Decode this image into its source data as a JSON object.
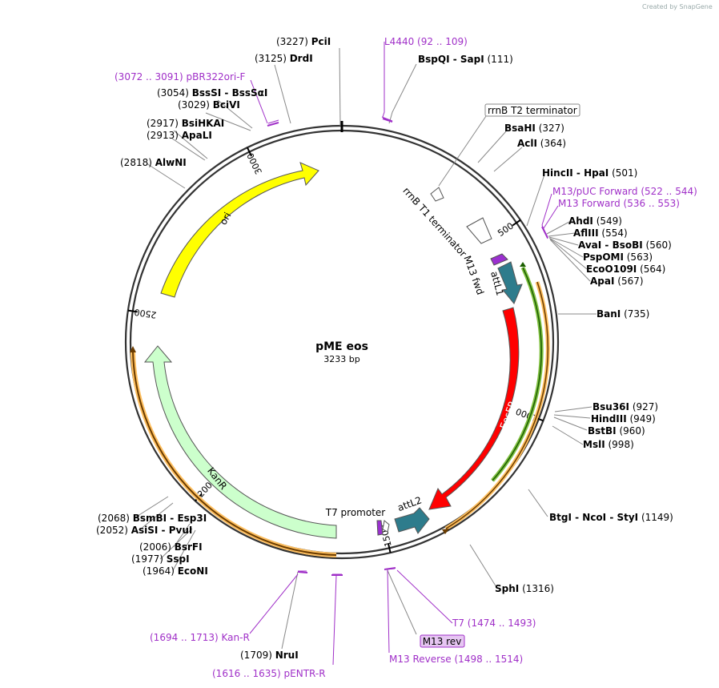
{
  "watermark": "Created by SnapGene",
  "plasmid": {
    "name": "pME eos",
    "length_label": "3233 bp",
    "length": 3233
  },
  "colors": {
    "backbone": "#000000",
    "primer": "#a030c8",
    "ori": "#ffff00",
    "kanr": "#ccffcc",
    "eosfp": "#ff0000",
    "att": "#2e7c8c",
    "amber": "#ffc060"
  },
  "ticks": [
    {
      "bp": 500,
      "label": "500"
    },
    {
      "bp": 1000,
      "label": "1000"
    },
    {
      "bp": 1500,
      "label": "1500"
    },
    {
      "bp": 2000,
      "label": "2000"
    },
    {
      "bp": 2500,
      "label": "2500"
    },
    {
      "bp": 3000,
      "label": "3000"
    }
  ],
  "sites": [
    {
      "pos": "(3227)",
      "name": "PciI"
    },
    {
      "pos": "(3125)",
      "name": "DrdI"
    },
    {
      "pos": "(3054)",
      "name": "BssSI  -  BssSαI"
    },
    {
      "pos": "(3029)",
      "name": "BciVI"
    },
    {
      "pos": "(2917)",
      "name": "BsiHKAI"
    },
    {
      "pos": "(2913)",
      "name": "ApaLI"
    },
    {
      "pos": "(2818)",
      "name": "AlwNI"
    },
    {
      "pos": "(2068)",
      "name": "BsmBI  -  Esp3I"
    },
    {
      "pos": "(2052)",
      "name": "AsiSI  -  PvuI"
    },
    {
      "pos": "(2006)",
      "name": "BsrFI"
    },
    {
      "pos": "(1977)",
      "name": "SspI"
    },
    {
      "pos": "(1964)",
      "name": "EcoNI"
    },
    {
      "pos": "(1709)",
      "name": "NruI"
    },
    {
      "pos": "(111)",
      "name": "BspQI  -  SapI"
    },
    {
      "pos": "(327)",
      "name": "BsaHI"
    },
    {
      "pos": "(364)",
      "name": "AclI"
    },
    {
      "pos": "(501)",
      "name": "HincII  -  HpaI"
    },
    {
      "pos": "(549)",
      "name": "AhdI"
    },
    {
      "pos": "(554)",
      "name": "AflIII"
    },
    {
      "pos": "(560)",
      "name": "AvaI  -  BsoBI"
    },
    {
      "pos": "(563)",
      "name": "PspOMI"
    },
    {
      "pos": "(564)",
      "name": "EcoO109I"
    },
    {
      "pos": "(567)",
      "name": "ApaI"
    },
    {
      "pos": "(735)",
      "name": "BanI"
    },
    {
      "pos": "(927)",
      "name": "Bsu36I"
    },
    {
      "pos": "(949)",
      "name": "HindIII"
    },
    {
      "pos": "(960)",
      "name": "BstBI"
    },
    {
      "pos": "(998)",
      "name": "MslI"
    },
    {
      "pos": "(1149)",
      "name": "BtgI  -  NcoI  -  StyI"
    },
    {
      "pos": "(1316)",
      "name": "SphI"
    }
  ],
  "primers": [
    {
      "name": "L4440",
      "range": "(92 .. 109)"
    },
    {
      "name": "pBR322ori-F",
      "range": "(3072 .. 3091)"
    },
    {
      "name": "M13/pUC Forward",
      "range": "(522 .. 544)"
    },
    {
      "name": "M13 Forward",
      "range": "(536 .. 553)"
    },
    {
      "name": "T7",
      "range": "(1474 .. 1493)"
    },
    {
      "name": "M13 Reverse",
      "range": "(1498 .. 1514)"
    },
    {
      "name": "Kan-R",
      "range": "(1694 .. 1713)"
    },
    {
      "name": "pENTR-R",
      "range": "(1616 .. 1635)"
    }
  ],
  "boxed_labels": {
    "rrnb_t2": "rrnB T2 terminator",
    "m13rev": "M13 rev"
  },
  "features": {
    "ori": "ori",
    "kanr": "KanR",
    "eosfp": "EosFP",
    "attl1": "attL1",
    "attl2": "attL2",
    "rrnb_t1": "rrnB T1 terminator",
    "m13fwd": "M13 fwd",
    "t7prom": "T7 promoter"
  }
}
